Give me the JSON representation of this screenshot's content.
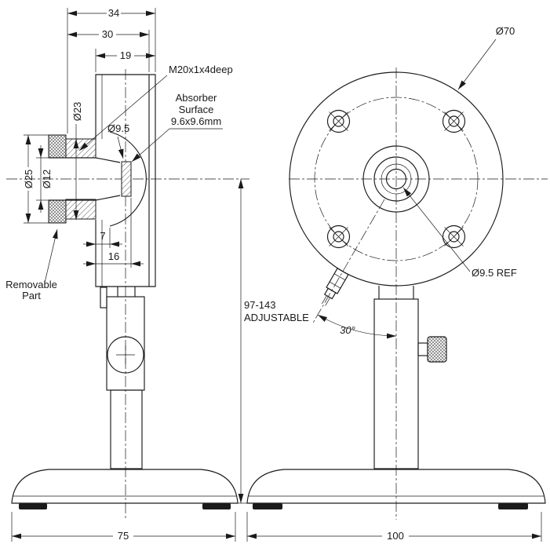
{
  "colors": {
    "line": "#1a1a1a",
    "background": "#ffffff"
  },
  "side_view": {
    "dim_34": "34",
    "dim_30": "30",
    "dim_19": "19",
    "thread_label": "M20x1x4deep",
    "absorber_label_1": "Absorber",
    "absorber_label_2": "Surface",
    "absorber_label_3": "9.6x9.6mm",
    "dim_d95": "Ø9.5",
    "dim_d23": "Ø23",
    "dim_d25": "Ø25",
    "dim_d12": "Ø12",
    "dim_7": "7",
    "dim_16": "16",
    "removable_label_1": "Removable",
    "removable_label_2": "Part",
    "height_dim": "97-143",
    "height_label": "ADJUSTABLE",
    "dim_75": "75"
  },
  "front_view": {
    "dim_d70": "Ø70",
    "dim_d95_ref": "Ø9.5 REF",
    "angle_dim": "30°",
    "dim_100": "100"
  }
}
